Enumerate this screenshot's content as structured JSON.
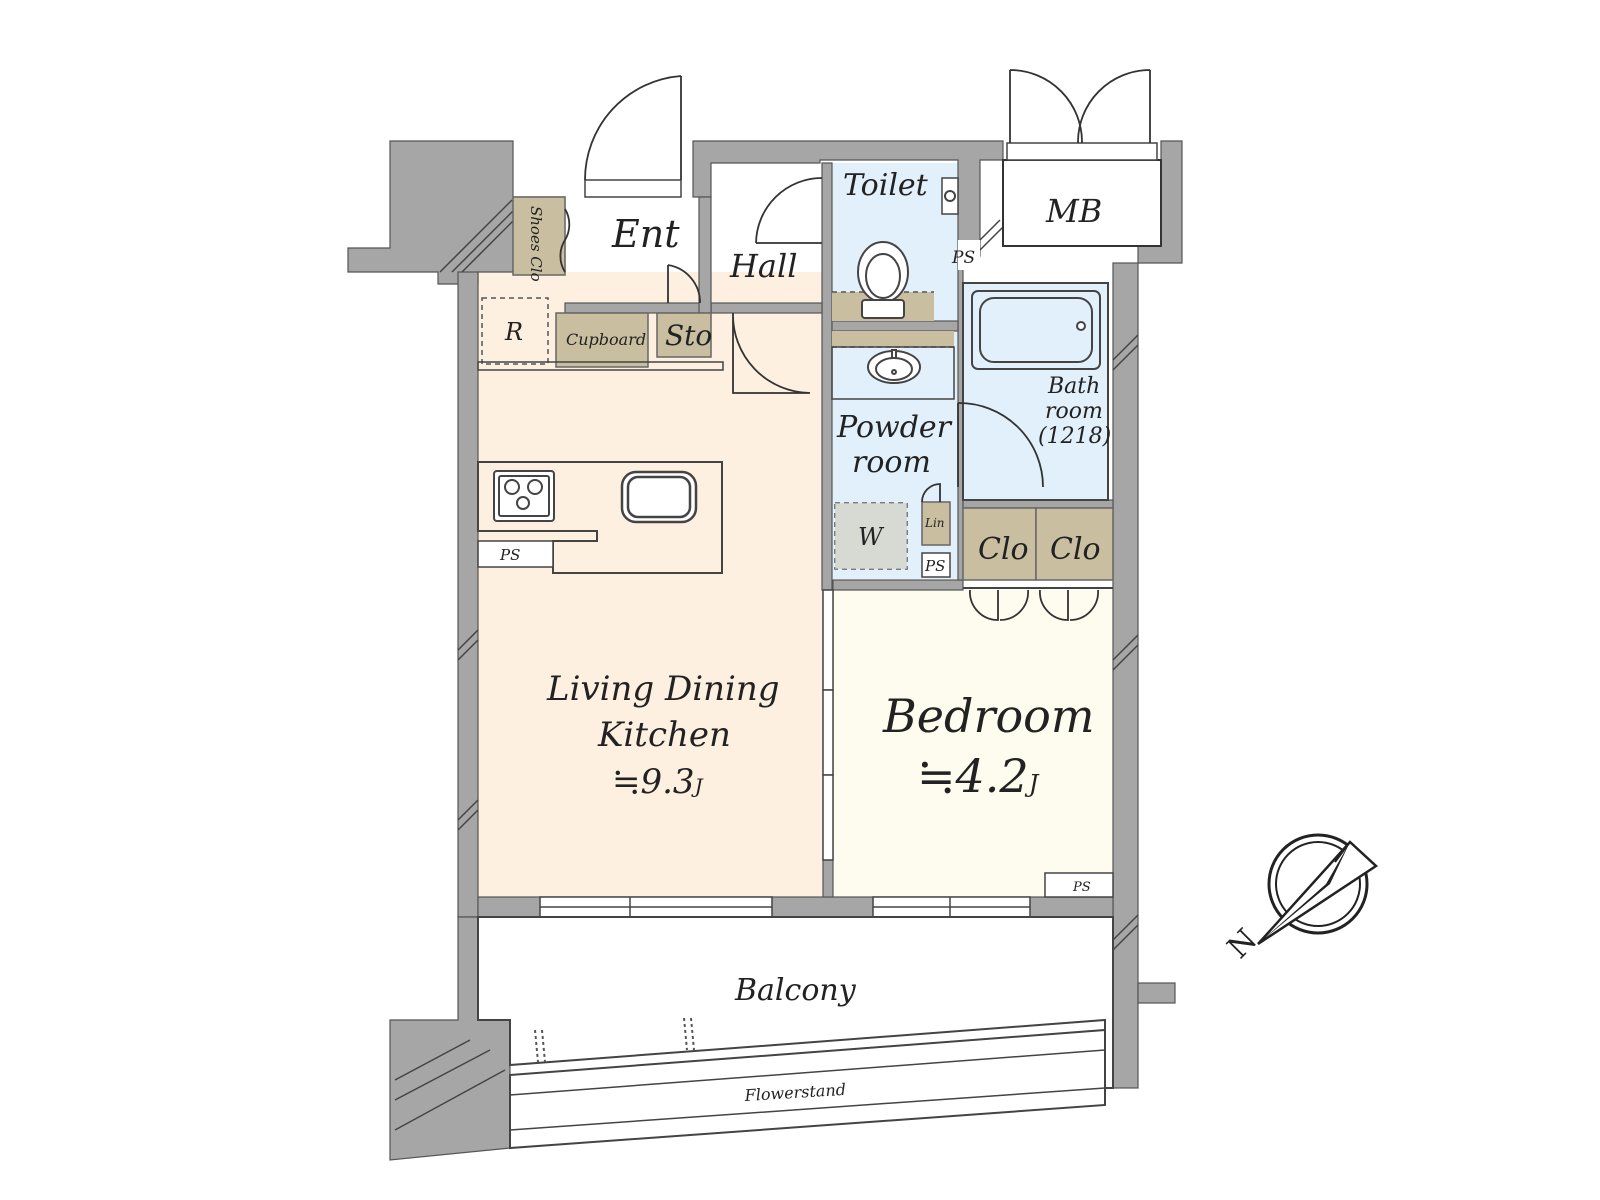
{
  "rooms": {
    "ent": "Ent",
    "shoes_clo": "Shoes Clo",
    "hall": "Hall",
    "toilet": "Toilet",
    "mb": "MB",
    "ps_top": "PS",
    "refrigerator": "R",
    "cupboard": "Cupboard",
    "sto": "Sto",
    "bathroom_line1": "Bath",
    "bathroom_line2": "room",
    "bathroom_line3": "(1218)",
    "powder_line1": "Powder",
    "powder_line2": "room",
    "washer": "W",
    "lin": "Lin",
    "ps_powder": "PS",
    "clo_1": "Clo",
    "clo_2": "Clo",
    "ps_kitchen": "PS",
    "ldk_line1": "Living Dining",
    "ldk_line2": "Kitchen",
    "ldk_size": "≒9.3",
    "ldk_unit": "J",
    "bedroom": "Bedroom",
    "bedroom_size": "≒4.2",
    "bedroom_unit": "J",
    "ps_bedroom": "PS",
    "balcony": "Balcony",
    "flowerstand": "Flowerstand"
  },
  "compass": {
    "label": "N",
    "heading_deg": 225
  },
  "colors": {
    "ldk_floor": "#fdf0e0",
    "bedroom_floor": "#fdfcee",
    "wet_area": "#e2f0fb",
    "storage": "#c9bea0",
    "wall": "#a6a6a6"
  }
}
